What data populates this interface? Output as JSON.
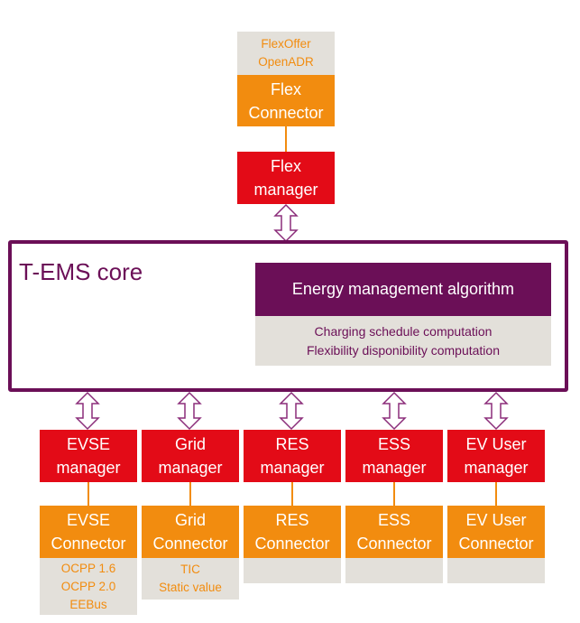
{
  "flex": {
    "protocols": [
      "FlexOffer",
      "OpenADR"
    ],
    "connector": [
      "Flex",
      "Connector"
    ],
    "manager": [
      "Flex",
      "manager"
    ]
  },
  "core": {
    "title": "T-EMS core",
    "algorithm": "Energy management algorithm",
    "tasks": [
      "Charging schedule computation",
      "Flexibility disponibility computation"
    ]
  },
  "modules": [
    {
      "manager": [
        "EVSE",
        "manager"
      ],
      "connector": [
        "EVSE",
        "Connector"
      ],
      "protocols": [
        "OCPP 1.6",
        "OCPP 2.0",
        "EEBus"
      ]
    },
    {
      "manager": [
        "Grid",
        "manager"
      ],
      "connector": [
        "Grid",
        "Connector"
      ],
      "protocols": [
        "TIC",
        "Static value"
      ]
    },
    {
      "manager": [
        "RES",
        "manager"
      ],
      "connector": [
        "RES",
        "Connector"
      ],
      "protocols": []
    },
    {
      "manager": [
        "ESS",
        "manager"
      ],
      "connector": [
        "ESS",
        "Connector"
      ],
      "protocols": []
    },
    {
      "manager": [
        "EV User",
        "manager"
      ],
      "connector": [
        "EV User",
        "Connector"
      ],
      "protocols": []
    }
  ],
  "colors": {
    "manager": "#e30b17",
    "connector": "#f28c0f",
    "protocol_box": "#e3e0da",
    "core_border": "#6b0f57",
    "arrow": "#8b2d7a"
  }
}
